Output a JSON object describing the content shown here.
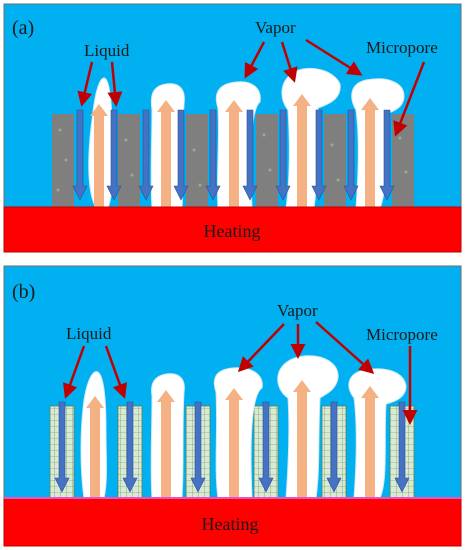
{
  "panels": [
    {
      "id": "a",
      "label": "(a)",
      "heating_label": "Heating",
      "annotations": {
        "liquid": "Liquid",
        "vapor": "Vapor",
        "micropore": "Micropore"
      }
    },
    {
      "id": "b",
      "label": "(b)",
      "heating_label": "Heating",
      "annotations": {
        "liquid": "Liquid",
        "vapor": "Vapor",
        "micropore": "Micropore"
      }
    }
  ],
  "colors": {
    "background": "#00b0f0",
    "heater": "#ff0000",
    "heater_border": "#c00000",
    "pillar_solid": "#7f7f7f",
    "pillar_mesh": "#d9ead3",
    "vapor": "#ffffff",
    "liquid_arrow": "#4472c4",
    "vapor_arrow": "#f4b183",
    "callout_arrow": "#c00000"
  }
}
